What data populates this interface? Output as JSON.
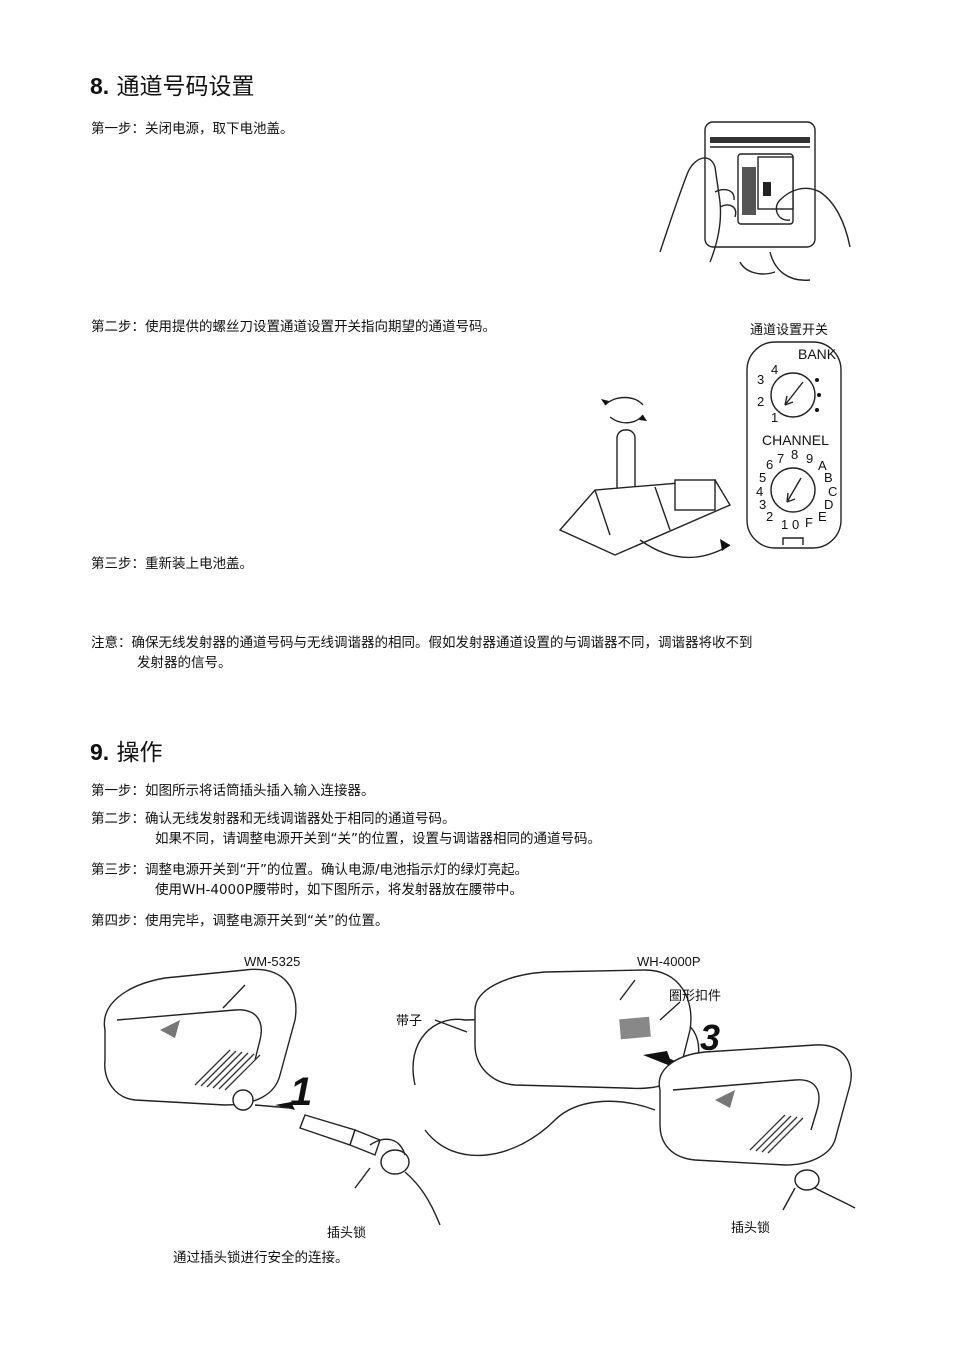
{
  "section8": {
    "number": "8.",
    "title": "通道号码设置",
    "step1": {
      "label": "第一步：",
      "text": "关闭电源，取下电池盖。"
    },
    "step2": {
      "label": "第二步：",
      "text": "使用提供的螺丝刀设置通道设置开关指向期望的通道号码。"
    },
    "step3": {
      "label": "第三步：",
      "text": "重新装上电池盖。"
    },
    "switch_caption": "通道设置开关",
    "bank_label": "BANK",
    "channel_label": "CHANNEL",
    "bank_digits": [
      "1",
      "2",
      "3",
      "4"
    ],
    "channel_digits": [
      "0",
      "1",
      "2",
      "3",
      "4",
      "5",
      "6",
      "7",
      "8",
      "9",
      "A",
      "B",
      "C",
      "D",
      "E",
      "F"
    ],
    "note": {
      "label": "注意：",
      "line1": "确保无线发射器的通道号码与无线调谐器的相同。假如发射器通道设置的与调谐器不同，调谐器将收不到",
      "line2": "发射器的信号。"
    }
  },
  "section9": {
    "number": "9.",
    "title": "操作",
    "steps": [
      {
        "label": "第一步：",
        "line1": "如图所示将话筒插头插入输入连接器。",
        "line2": ""
      },
      {
        "label": "第二步：",
        "line1": "确认无线发射器和无线调谐器处于相同的通道号码。",
        "line2": "如果不同，请调整电源开关到“关”的位置，设置与调谐器相同的通道号码。"
      },
      {
        "label": "第三步：",
        "line1": "调整电源开关到“开”的位置。确认电源/电池指示灯的绿灯亮起。",
        "line2": "使用WH-4000P腰带时，如下图所示，将发射器放在腰带中。"
      },
      {
        "label": "第四步：",
        "line1": "使用完毕，调整电源开关到“关”的位置。",
        "line2": ""
      }
    ],
    "figure": {
      "model_left": "WM-5325",
      "model_right": "WH-4000P",
      "strap_label": "带子",
      "clip_label": "圈形扣件",
      "plug_lock_left": "插头锁",
      "plug_lock_right": "插头锁",
      "step_mark_1": "1",
      "step_mark_3": "3",
      "caption": "通过插头锁进行安全的连接。"
    }
  }
}
